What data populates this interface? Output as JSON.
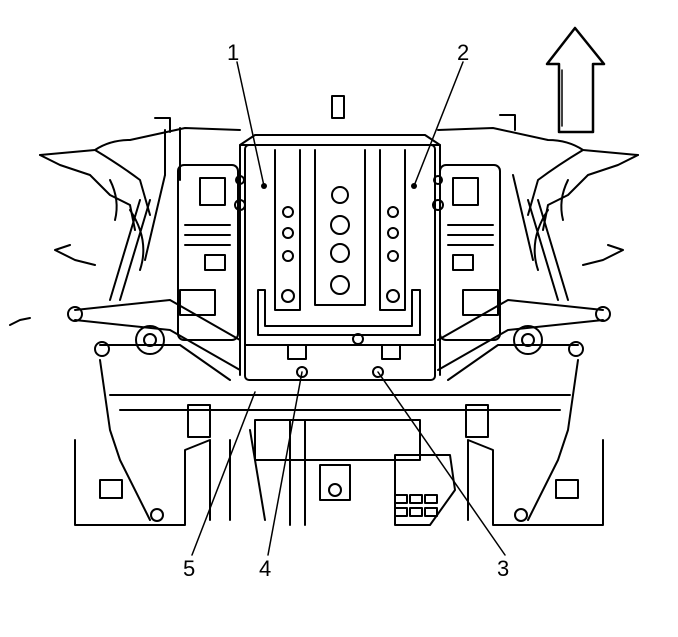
{
  "diagram": {
    "callouts": [
      {
        "id": "1",
        "label": "1"
      },
      {
        "id": "2",
        "label": "2"
      },
      {
        "id": "3",
        "label": "3"
      },
      {
        "id": "4",
        "label": "4"
      },
      {
        "id": "5",
        "label": "5"
      }
    ],
    "arrow_icon": "up-arrow-icon",
    "colors": {
      "ink": "#000000",
      "paper": "#ffffff"
    }
  }
}
